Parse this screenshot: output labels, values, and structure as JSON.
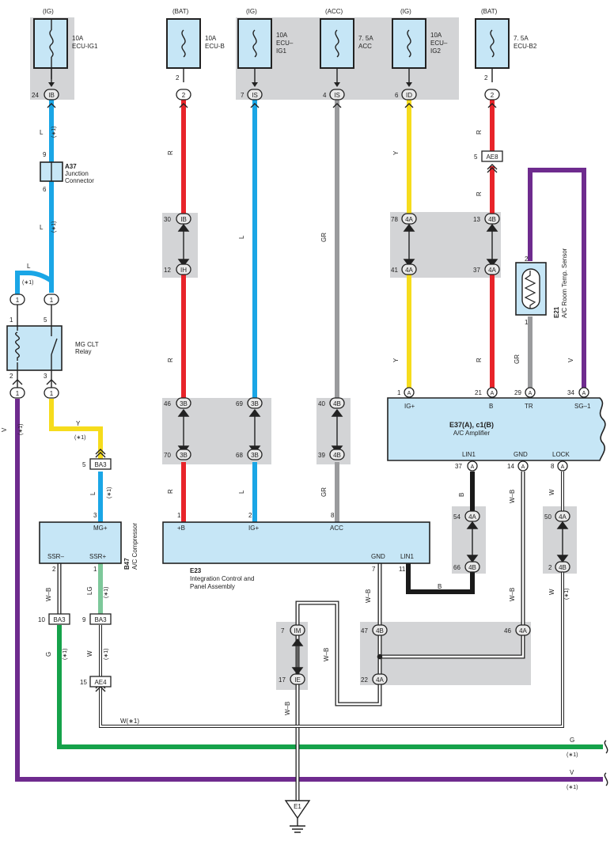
{
  "power_labels": {
    "ig_left": "(IG)",
    "bat_1": "(BAT)",
    "ig_mid": "(IG)",
    "acc": "(ACC)",
    "ig_2": "(IG)",
    "bat_2": "(BAT)"
  },
  "fuses": {
    "f1_amp": "10A",
    "f1_name": "ECU-IG1",
    "f2_amp": "10A",
    "f2_name": "ECU-B",
    "f3_amp": "10A",
    "f3_name1": "ECU–",
    "f3_name2": "IG1",
    "f4_amp": "7. 5A",
    "f4_name": "ACC",
    "f5_amp": "10A",
    "f5_name1": "ECU–",
    "f5_name2": "IG2",
    "f6_amp": "7. 5A",
    "f6_name": "ECU-B2"
  },
  "connectors": {
    "ib": "IB",
    "c2a": "2",
    "is1": "IS",
    "is2": "IS",
    "id": "ID",
    "c2b": "2",
    "ae8": "AE8",
    "ib2": "IB",
    "ih": "IH",
    "c4a78": "4A",
    "c4b13": "4B",
    "c4a41": "4A",
    "c4a37": "4A",
    "one": "1",
    "ba3": "BA3",
    "a": "A",
    "b3": "3B",
    "b4": "4B",
    "im": "IM",
    "ie": "IE",
    "ae4": "AE4",
    "a4": "4A",
    "b4b": "4B"
  },
  "pins": {
    "p24": "24",
    "p2a": "2",
    "p7": "7",
    "p4": "4",
    "p6": "6",
    "p2b": "2",
    "p5ae8": "5",
    "p30": "30",
    "p12": "12",
    "p78": "78",
    "p13": "13",
    "p41": "41",
    "p37": "37",
    "p9": "9",
    "p6j": "6",
    "p1": "1",
    "p5": "5",
    "p2": "2",
    "p3": "3",
    "p46": "46",
    "p69": "69",
    "p40": "40",
    "p70": "70",
    "p68": "68",
    "p39": "39",
    "p1a": "1",
    "p21": "21",
    "p29": "29",
    "p34": "34",
    "p5ba3": "5",
    "p3mg": "3",
    "p37b": "37",
    "p14": "14",
    "p8": "8",
    "p54": "54",
    "p50": "50",
    "p66": "66",
    "p2d": "2",
    "p1e23": "1",
    "p2e23": "2",
    "p8e23": "8",
    "p7e23": "7",
    "p11": "11",
    "p2ssr": "2",
    "p1ssr": "1",
    "p10": "10",
    "p9b": "9",
    "p15": "15",
    "p7im": "7",
    "p17": "17",
    "p47": "47",
    "p46b": "46",
    "p22": "22",
    "p2s": "2",
    "p1s": "1"
  },
  "wires": {
    "L": "L",
    "R": "R",
    "GR": "GR",
    "Y": "Y",
    "B": "B",
    "W": "W",
    "V": "V",
    "G": "G",
    "LG": "LG",
    "WB": "W–B",
    "star": "(∗1)",
    "W1": "W(∗1)"
  },
  "components": {
    "a37_id": "A37",
    "a37_n1": "Junction",
    "a37_n2": "Connector",
    "relay_n1": "MG CLT",
    "relay_n2": "Relay",
    "e21_id": "E21",
    "e21_name": "A/C Room Temp.  Sensor",
    "e37_id": "E37(A), c1(B)",
    "e37_name": "A/C Amplifier",
    "e37_igp": "IG+",
    "e37_b": "B",
    "e37_tr": "TR",
    "e37_sg": "SG–1",
    "e37_lin1": "LIN1",
    "e37_gnd": "GND",
    "e37_lock": "LOCK",
    "e23_id": "E23",
    "e23_n1": "Integration Control and",
    "e23_n2": "Panel Assembly",
    "e23_b": "+B",
    "e23_ig": "IG+",
    "e23_acc": "ACC",
    "e23_gnd": "GND",
    "e23_lin1": "LIN1",
    "b47_id": "B47",
    "b47_name": "A/C Compressor",
    "b47_mg": "MG+",
    "b47_ssrm": "SSR–",
    "b47_ssrp": "SSR+",
    "e1": "E1"
  },
  "colors": {
    "blue": "#1aa6e6",
    "red": "#e8242a",
    "gray": "#9a9b9d",
    "yellow": "#f6dc1c",
    "purple": "#6e2b8e",
    "green": "#15a24a",
    "lightgreen": "#7dc89a",
    "black": "#1a1a1a"
  }
}
